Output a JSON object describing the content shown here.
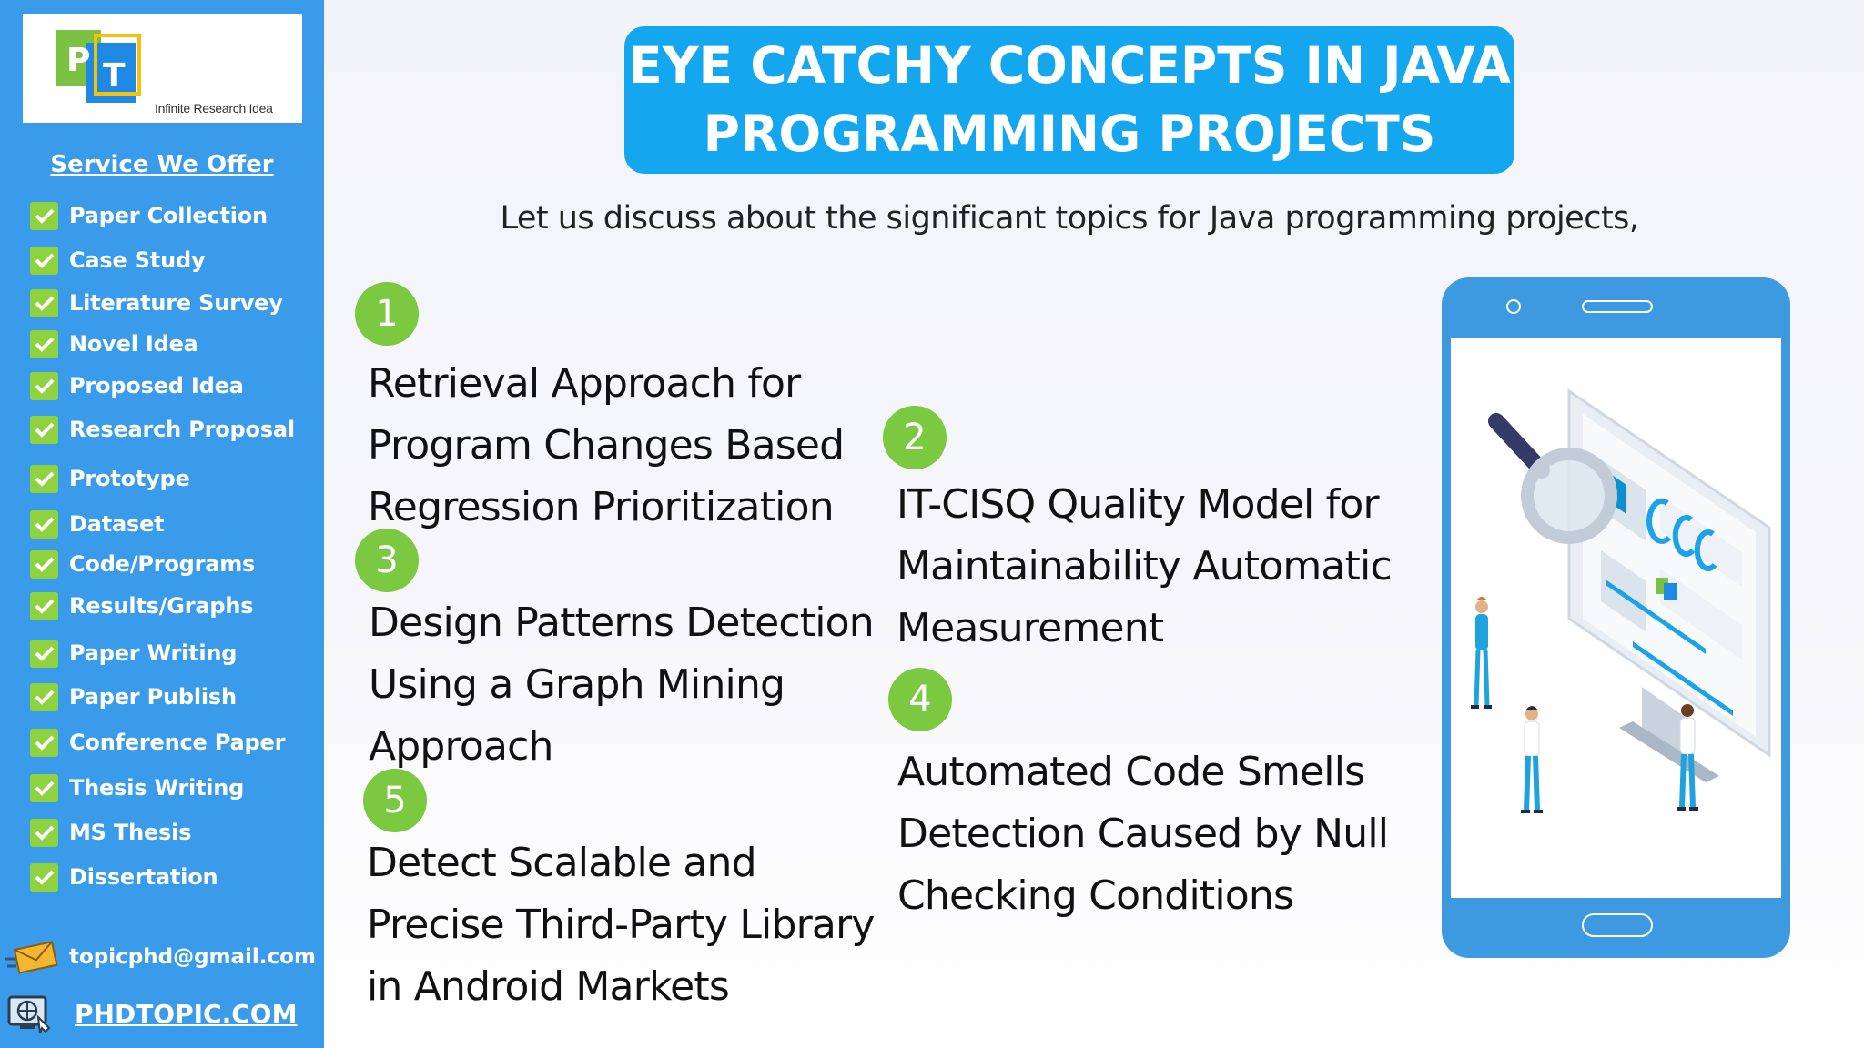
{
  "logo": {
    "letters": [
      "P",
      "T"
    ],
    "tagline": "Infinite Research Idea"
  },
  "sidebar": {
    "heading": "Service We Offer",
    "items": [
      "Paper Collection",
      "Case Study",
      "Literature Survey",
      "Novel Idea",
      "Proposed Idea",
      "Research Proposal",
      "Prototype",
      "Dataset",
      "Code/Programs",
      "Results/Graphs",
      "Paper Writing",
      "Paper Publish",
      "Conference Paper",
      "Thesis Writing",
      "MS Thesis",
      "Dissertation"
    ],
    "email": "topicphd@gmail.com",
    "website": "PHDTOPIC.COM"
  },
  "title": "EYE CATCHY CONCEPTS IN JAVA PROGRAMMING PROJECTS",
  "subtitle": "Let us discuss about the significant topics for Java programming projects,",
  "topics": [
    {
      "number": "1",
      "text": "Retrieval Approach for Program Changes Based Regression Prioritization"
    },
    {
      "number": "2",
      "text": "IT-CISQ Quality Model for Maintainability Automatic Measurement"
    },
    {
      "number": "3",
      "text": "Design Patterns Detection Using a Graph Mining Approach"
    },
    {
      "number": "4",
      "text": "Automated Code Smells Detection Caused by Null Checking Conditions"
    },
    {
      "number": "5",
      "text": "Detect Scalable and Precise Third-Party Library in Android Markets"
    }
  ],
  "colors": {
    "sidebar": "#3a9bea",
    "title_bg": "#14a6ee",
    "number_badge": "#7bc841",
    "check": "#8ed23f"
  },
  "icons": [
    "check-icon",
    "envelope-icon",
    "globe-icon",
    "phone-illustration",
    "magnifier-icon"
  ]
}
